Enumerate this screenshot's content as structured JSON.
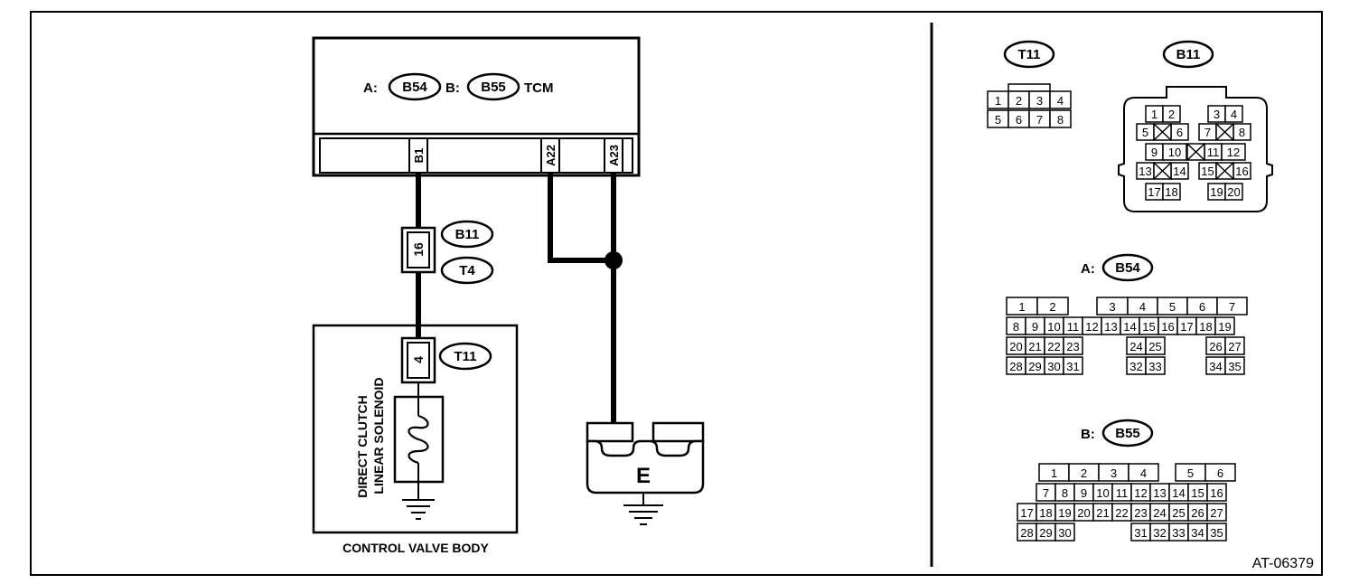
{
  "tcm": {
    "label_a": "A:",
    "conn_a": "B54",
    "label_b": "B:",
    "conn_b": "B55",
    "title": "TCM",
    "pins": [
      "B1",
      "A22",
      "A23"
    ]
  },
  "harness": {
    "connector_upper": "B11",
    "connector_lower": "T4",
    "pin": "16"
  },
  "valve_body": {
    "connector": "T11",
    "pin": "4",
    "solenoid_line1": "DIRECT CLUTCH",
    "solenoid_line2": "LINEAR SOLENOID",
    "label": "CONTROL VALVE BODY"
  },
  "ground": {
    "label": "E"
  },
  "connectors": {
    "t11": {
      "name": "T11",
      "rows": [
        [
          "1",
          "2",
          "3",
          "4"
        ],
        [
          "5",
          "6",
          "7",
          "8"
        ]
      ]
    },
    "b11": {
      "name": "B11",
      "rows": [
        [
          "1",
          "2",
          "3",
          "4"
        ],
        [
          "5",
          "6",
          "7",
          "8"
        ],
        [
          "9",
          "10",
          "11",
          "12"
        ],
        [
          "13",
          "14",
          "15",
          "16"
        ],
        [
          "17",
          "18",
          "19",
          "20"
        ]
      ]
    },
    "b54": {
      "prefix": "A:",
      "name": "B54",
      "rows": [
        [
          "1",
          "2",
          "3",
          "4",
          "5",
          "6",
          "7"
        ],
        [
          "8",
          "9",
          "10",
          "11",
          "12",
          "13",
          "14",
          "15",
          "16",
          "17",
          "18",
          "19"
        ],
        [
          "20",
          "21",
          "22",
          "23",
          "24",
          "25",
          "26",
          "27"
        ],
        [
          "28",
          "29",
          "30",
          "31",
          "32",
          "33",
          "34",
          "35"
        ]
      ]
    },
    "b55": {
      "prefix": "B:",
      "name": "B55",
      "rows": [
        [
          "1",
          "2",
          "3",
          "4",
          "5",
          "6"
        ],
        [
          "7",
          "8",
          "9",
          "10",
          "11",
          "12",
          "13",
          "14",
          "15",
          "16"
        ],
        [
          "17",
          "18",
          "19",
          "20",
          "21",
          "22",
          "23",
          "24",
          "25",
          "26",
          "27"
        ],
        [
          "28",
          "29",
          "30",
          "31",
          "32",
          "33",
          "34",
          "35"
        ]
      ]
    }
  },
  "figure_id": "AT-06379"
}
